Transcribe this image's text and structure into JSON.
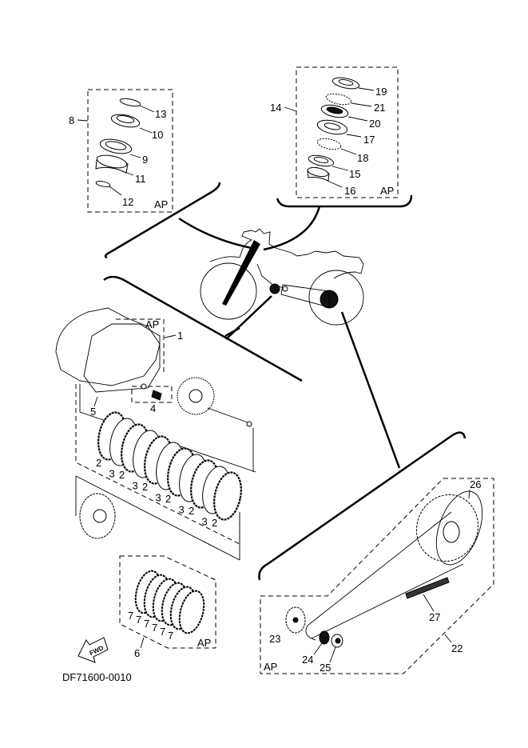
{
  "diagram": {
    "document_id": "DF71600-0010",
    "direction_indicator": "FWD",
    "assembly_label": "AP",
    "groups": {
      "steering_upper": {
        "group_ref": "8",
        "parts": [
          "13",
          "10",
          "9",
          "11",
          "12"
        ],
        "ap": "AP"
      },
      "steering_lower": {
        "group_ref": "14",
        "parts": [
          "19",
          "21",
          "20",
          "17",
          "18",
          "15",
          "16"
        ],
        "ap": "AP"
      },
      "crankcase_cover": {
        "parts": [
          "1",
          "5",
          "4"
        ],
        "ap": "AP"
      },
      "clutch_plates": {
        "labels": [
          "2",
          "3",
          "2",
          "3",
          "2",
          "3",
          "2",
          "3",
          "2",
          "3",
          "2"
        ]
      },
      "friction_plate_set": {
        "group_ref": "6",
        "labels": [
          "7",
          "7",
          "7",
          "7",
          "7",
          "7"
        ],
        "ap": "AP"
      },
      "drive_chain": {
        "group_ref": "22",
        "parts": [
          "26",
          "27",
          "23",
          "24",
          "25"
        ],
        "ap": "AP"
      }
    }
  }
}
